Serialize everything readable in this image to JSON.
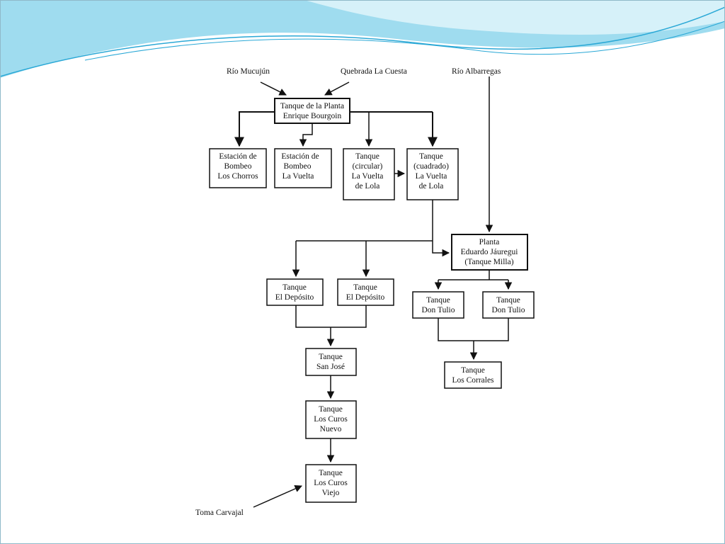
{
  "theme": {
    "wave_dark": "#2aa8d6",
    "wave_light": "#9fdcef",
    "wave_pale": "#d6f1f9",
    "line_color": "#111111",
    "border_color": "#8fb9c9"
  },
  "diagram": {
    "sources": {
      "mucujun": "Río Mucujún",
      "la_cuesta": "Quebrada La Cuesta",
      "albarregas": "Río Albarregas",
      "carvajal": "Toma Carvajal"
    },
    "nodes": {
      "bourgoin": [
        "Tanque de la Planta",
        "Enrique Bourgoin"
      ],
      "los_chorros": [
        "Estación de",
        "Bombeo",
        "Los Chorros"
      ],
      "la_vuelta": [
        "Estación de",
        "Bombeo",
        "La Vuelta"
      ],
      "lola_circular": [
        "Tanque",
        "(circular)",
        "La Vuelta",
        "de Lola"
      ],
      "lola_cuadrado": [
        "Tanque",
        "(cuadrado)",
        "La Vuelta",
        "de Lola"
      ],
      "jauregui": [
        "Planta",
        "Eduardo Jáuregui",
        "(Tanque Milla)"
      ],
      "deposito_1": [
        "Tanque",
        "El Depósito"
      ],
      "deposito_2": [
        "Tanque",
        "El Depósito"
      ],
      "don_tulio_1": [
        "Tanque",
        "Don Tulio"
      ],
      "don_tulio_2": [
        "Tanque",
        "Don Tulio"
      ],
      "san_jose": [
        "Tanque",
        "San José"
      ],
      "los_corrales": [
        "Tanque",
        "Los Corrales"
      ],
      "curos_nuevo": [
        "Tanque",
        "Los Curos",
        "Nuevo"
      ],
      "curos_viejo": [
        "Tanque",
        "Los Curos",
        "Viejo"
      ]
    }
  }
}
